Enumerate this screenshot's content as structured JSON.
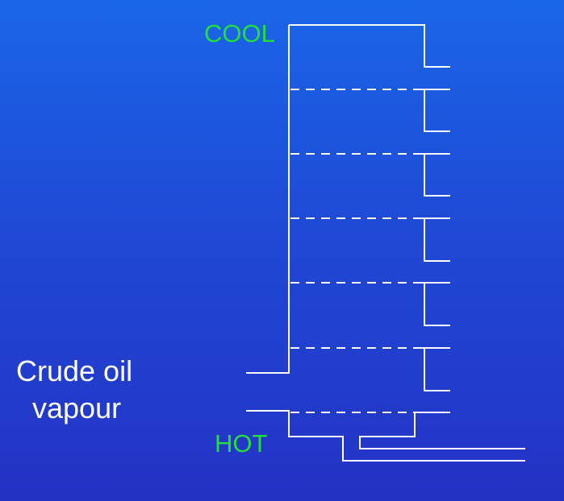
{
  "diagram": {
    "top_label": "COOL",
    "bottom_label": "HOT",
    "feed_label_line1": "Crude oil",
    "feed_label_line2": "vapour",
    "tray_count": 6,
    "colors": {
      "background_top": "#1a66e8",
      "background_bottom": "#2432c4",
      "temperature_text": "#22e03a",
      "lines": "#ffffff"
    }
  }
}
